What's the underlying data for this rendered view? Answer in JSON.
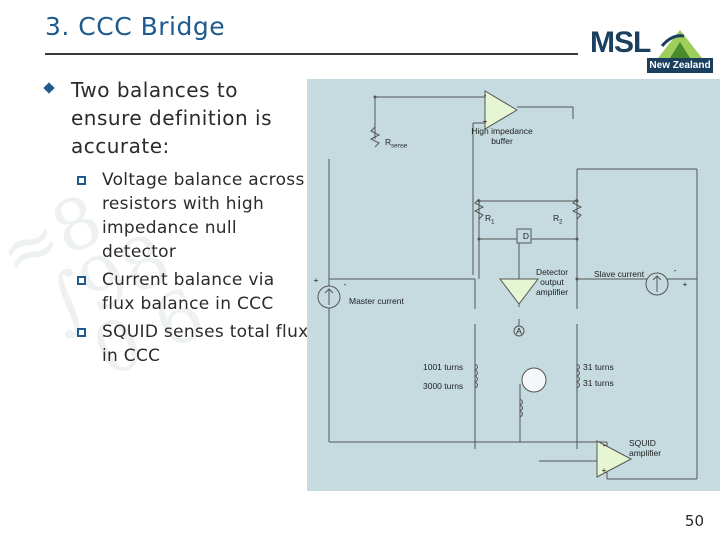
{
  "slide": {
    "title": "3. CCC Bridge",
    "page_number": "50"
  },
  "logo": {
    "name": "MSL",
    "subtitle": "New Zealand"
  },
  "content": {
    "main_bullet": "Two balances to ensure definition is accurate:",
    "sub_bullets": [
      "Voltage balance across resistors with high impedance null detector",
      "Current balance via flux balance in CCC",
      "SQUID senses total flux in CCC"
    ]
  },
  "diagram": {
    "r_sense_main": "R",
    "r_sense_sub": "sense",
    "buffer_label": "High impedance buffer",
    "r1_main": "R",
    "r1_sub": "1",
    "r2_main": "R",
    "r2_sub": "2",
    "detector_letter": "D",
    "detector_amp_label": "Detector output amplifier",
    "slave_current": "Slave current",
    "master_current": "Master current",
    "ammeter_letter": "A",
    "turns_1001": "1001 turns",
    "turns_3000": "3000 turns",
    "turns_31a": "31 turns",
    "turns_31b": "31 turns",
    "squid_label": "SQUID amplifier",
    "minus": "-",
    "plus": "+"
  },
  "colors": {
    "title": "#1e5a8c",
    "diagram_bg": "#c5dbe0",
    "amp_fill": "#e6f5d2",
    "logo": "#1b3f5f"
  }
}
